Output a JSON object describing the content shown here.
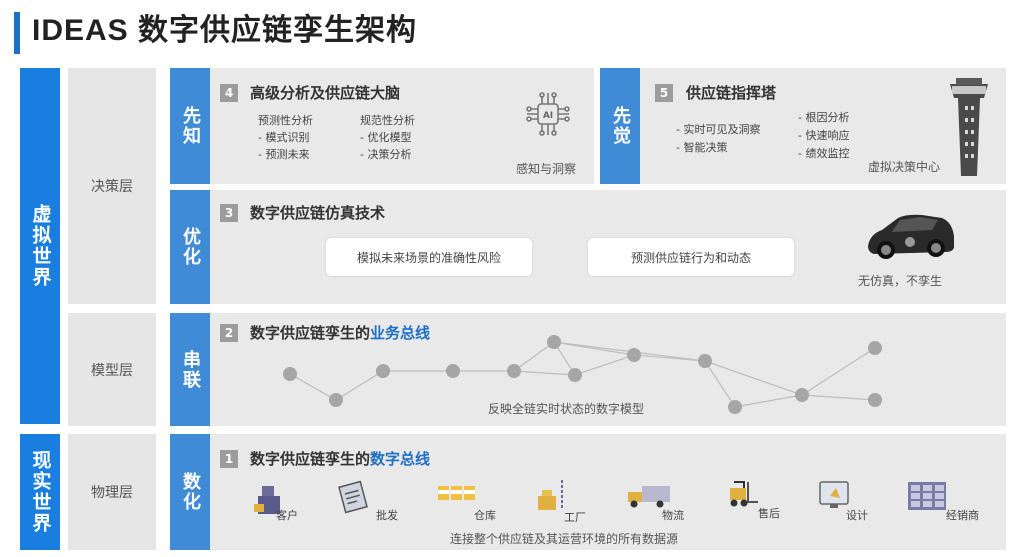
{
  "header": {
    "title": "IDEAS 数字供应链孪生架构"
  },
  "worlds": {
    "virtual": "虚拟世界",
    "real": "现实世界"
  },
  "layers": {
    "decision": "决策层",
    "model": "模型层",
    "physical": "物理层"
  },
  "panel4": {
    "tag": "先知",
    "num": "4",
    "title": "高级分析及供应链大脑",
    "col1": {
      "heading": "预测性分析",
      "items": [
        "- 模式识别",
        "- 预测未来"
      ]
    },
    "col2": {
      "heading": "规范性分析",
      "items": [
        "- 优化模型",
        "- 决策分析"
      ]
    },
    "caption": "感知与洞察",
    "icon": "ai-chip-icon"
  },
  "panel5": {
    "tag": "先觉",
    "num": "5",
    "title": "供应链指挥塔",
    "col1": [
      "- 实时可见及洞察",
      "- 智能决策"
    ],
    "col2": [
      "- 根因分析",
      "- 快速响应",
      "- 绩效监控"
    ],
    "caption": "虚拟决策中心",
    "icon": "control-tower-icon"
  },
  "panel3": {
    "tag": "优化",
    "num": "3",
    "title": "数字供应链仿真技术",
    "pill1": "模拟未来场景的准确性风险",
    "pill2": "预测供应链行为和动态",
    "caption": "无仿真，不孪生",
    "icon": "car-icon"
  },
  "panel2": {
    "tag": "串联",
    "num": "2",
    "title_prefix": "数字供应链孪生的",
    "title_hl": "业务总线",
    "caption": "反映全链实时状态的数字模型"
  },
  "panel1": {
    "tag": "数化",
    "num": "1",
    "title_prefix": "数字供应链孪生的",
    "title_hl": "数字总线",
    "caption": "连接整个供应链及其运营环境的所有数据源",
    "items": [
      {
        "label": "客户",
        "icon": "customer-icon"
      },
      {
        "label": "批发",
        "icon": "clipboard-icon"
      },
      {
        "label": "仓库",
        "icon": "warehouse-boxes-icon"
      },
      {
        "label": "工厂",
        "icon": "factory-icon"
      },
      {
        "label": "物流",
        "icon": "truck-icon"
      },
      {
        "label": "售后",
        "icon": "forklift-icon"
      },
      {
        "label": "设计",
        "icon": "design-screen-icon"
      },
      {
        "label": "经销商",
        "icon": "store-shelf-icon"
      }
    ]
  },
  "colors": {
    "accent": "#1a7ee0",
    "tag": "#3f8bd6",
    "panel": "#e9e9e9",
    "highlight": "#1f6fc5"
  }
}
